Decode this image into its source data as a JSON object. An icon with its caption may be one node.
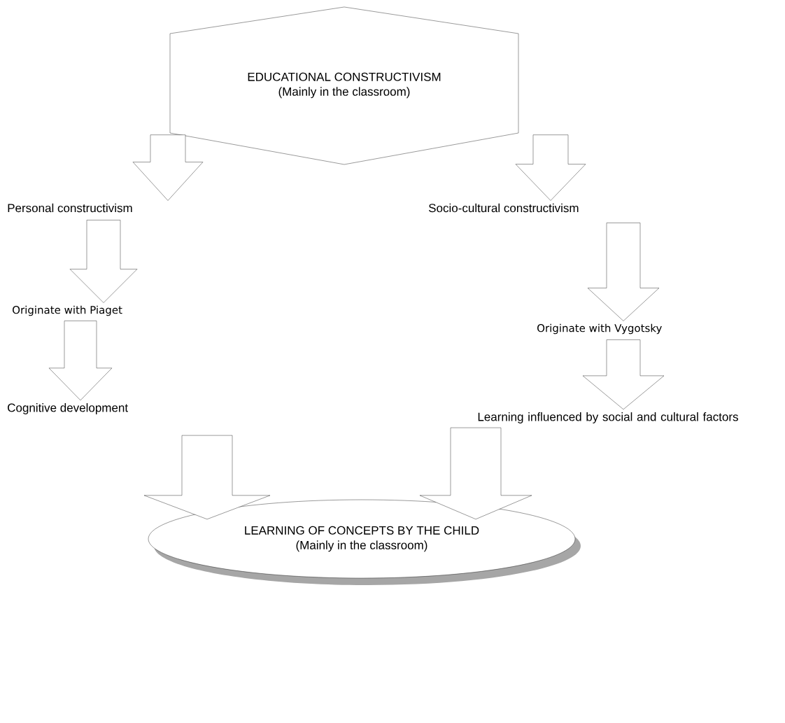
{
  "diagram": {
    "nodes": [
      {
        "text": [
          "EDUCATIONAL CONSTRUCTIVISM",
          "(Mainly in  the classroom)"
        ]
      },
      {
        "text": [
          "Personal constructivism"
        ]
      },
      {
        "text": [
          "Socio-cultural constructivism"
        ]
      },
      {
        "text": [
          "Originate with Piaget"
        ]
      },
      {
        "text": [
          "Originate with Vygotsky"
        ]
      },
      {
        "text": [
          "Cognitive development"
        ]
      },
      {
        "text": [
          "Learning influenced by social and cultural factors"
        ]
      },
      {
        "text": [
          "LEARNING OF CONCEPTS BY THE CHILD",
          "(Mainly in the classroom)"
        ]
      }
    ],
    "edges": [
      {
        "from": 0,
        "to": 1,
        "arrow": "to"
      },
      {
        "from": 0,
        "to": 2,
        "arrow": "to"
      },
      {
        "from": 1,
        "to": 3,
        "arrow": "to"
      },
      {
        "from": 3,
        "to": 5,
        "arrow": "to"
      },
      {
        "from": 2,
        "to": 4,
        "arrow": "to"
      },
      {
        "from": 4,
        "to": 6,
        "arrow": "to"
      },
      {
        "from": 5,
        "to": 7,
        "arrow": "to"
      },
      {
        "from": 6,
        "to": 7,
        "arrow": "to"
      }
    ]
  }
}
